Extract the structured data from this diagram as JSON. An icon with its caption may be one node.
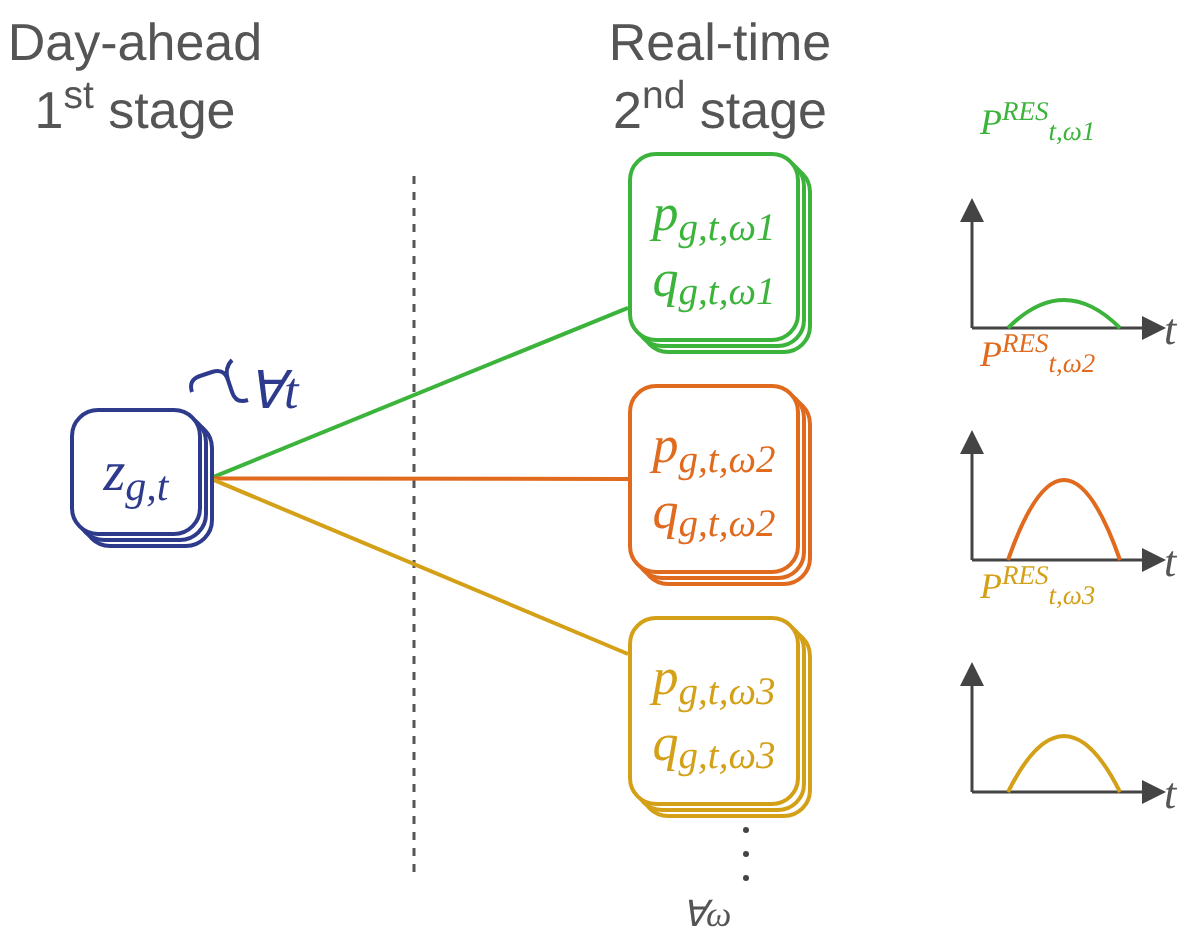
{
  "diagram": {
    "nodes": [
      {
        "text": [
          "z$_{g,t}$"
        ]
      },
      {
        "text": [
          "p$_{g,t,ω1}$",
          "q$_{g,t,ω1}$"
        ]
      },
      {
        "text": [
          "p$_{g,t,ω2}$",
          "q$_{g,t,ω2}$"
        ]
      },
      {
        "text": [
          "p$_{g,t,ω3}$",
          "q$_{g,t,ω3}$"
        ]
      }
    ],
    "edges": [
      {
        "from": 0,
        "to": 1,
        "arrow": "none",
        "color": "#3cb43c"
      },
      {
        "from": 0,
        "to": 2,
        "arrow": "none",
        "color": "#e06a1e"
      },
      {
        "from": 0,
        "to": 3,
        "arrow": "none",
        "color": "#d4a017"
      }
    ],
    "labels": [
      "Day-ahead",
      "1$^{st}$ stage",
      "Real-time",
      "2$^{nd}$ stage",
      "∀t",
      "P$^{RES}$$_{t,ω1}$",
      "t",
      "P$^{RES}$$_{t,ω2}$",
      "t",
      "P$^{RES}$$_{t,ω3}$",
      "t",
      "∀ω"
    ]
  }
}
